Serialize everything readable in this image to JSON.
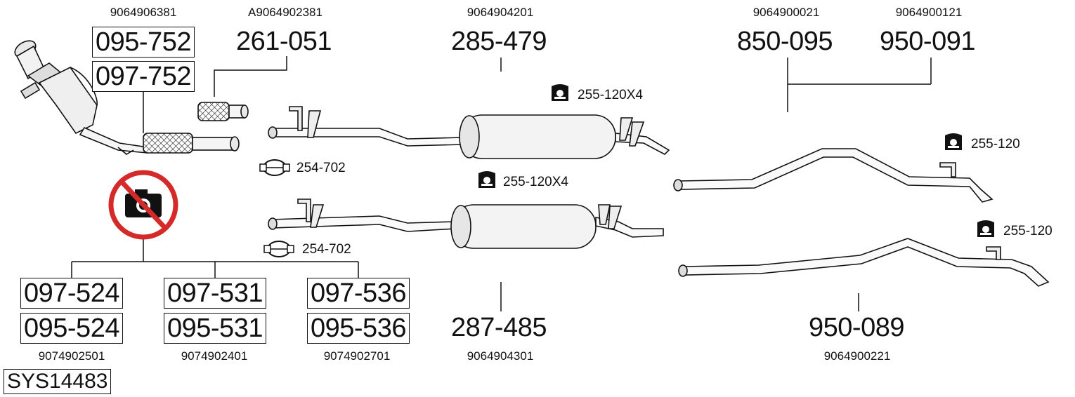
{
  "diagram": {
    "oem_numbers": {
      "cat_top": "9064906381",
      "flexpipe_top": "A9064902381",
      "middle_top": "9064904201",
      "tail_a_top": "9064900021",
      "tail_b_top": "9064900121",
      "dpf_a_bottom": "9074902501",
      "dpf_b_bottom": "9074902401",
      "dpf_c_bottom": "9074902701",
      "middle_bottom": "9064904301",
      "tail_bottom": "9064900221"
    },
    "part_numbers": {
      "cat_1": "095-752",
      "cat_2": "097-752",
      "flexpipe": "261-051",
      "middle_1": "285-479",
      "middle_2": "287-485",
      "tail_1": "850-095",
      "tail_2": "950-091",
      "tail_3": "950-089",
      "dpf_a_1": "097-524",
      "dpf_a_2": "095-524",
      "dpf_b_1": "097-531",
      "dpf_b_2": "095-531",
      "dpf_c_1": "097-536",
      "dpf_c_2": "095-536"
    },
    "accessories": {
      "clamp_1": "254-702",
      "clamp_2": "254-702",
      "hanger_1": "255-120X4",
      "hanger_2": "255-120X4",
      "hanger_3": "255-120",
      "hanger_4": "255-120"
    },
    "system_number": "SYS14483"
  },
  "icons": {
    "no_photo": "no-photo-icon",
    "hanger": "rubber-hanger-icon",
    "clamp": "pipe-clamp-icon"
  },
  "colors": {
    "no_photo_ring": "#d42a2a",
    "line": "#111111"
  }
}
